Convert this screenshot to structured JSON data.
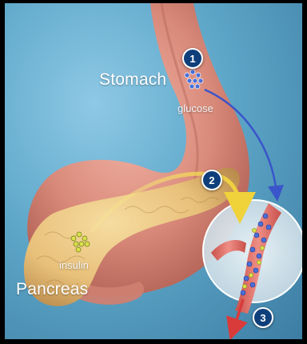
{
  "labels": {
    "stomach": "Stomach",
    "glucose": "glucose",
    "insulin": "insulin",
    "pancreas": "Pancreas"
  },
  "steps": [
    "1",
    "2",
    "3"
  ],
  "colors": {
    "background": "#5ea7c9",
    "stomach": "#d98a7a",
    "pancreas": "#e8c07a",
    "glucose_dot": "#4a6fd8",
    "insulin_dot": "#d9e04a",
    "arrow_blue": "#3a55c9",
    "arrow_yellow": "#f0d23a",
    "arrow_red": "#d93a3a",
    "badge": "#0e3f7a"
  }
}
